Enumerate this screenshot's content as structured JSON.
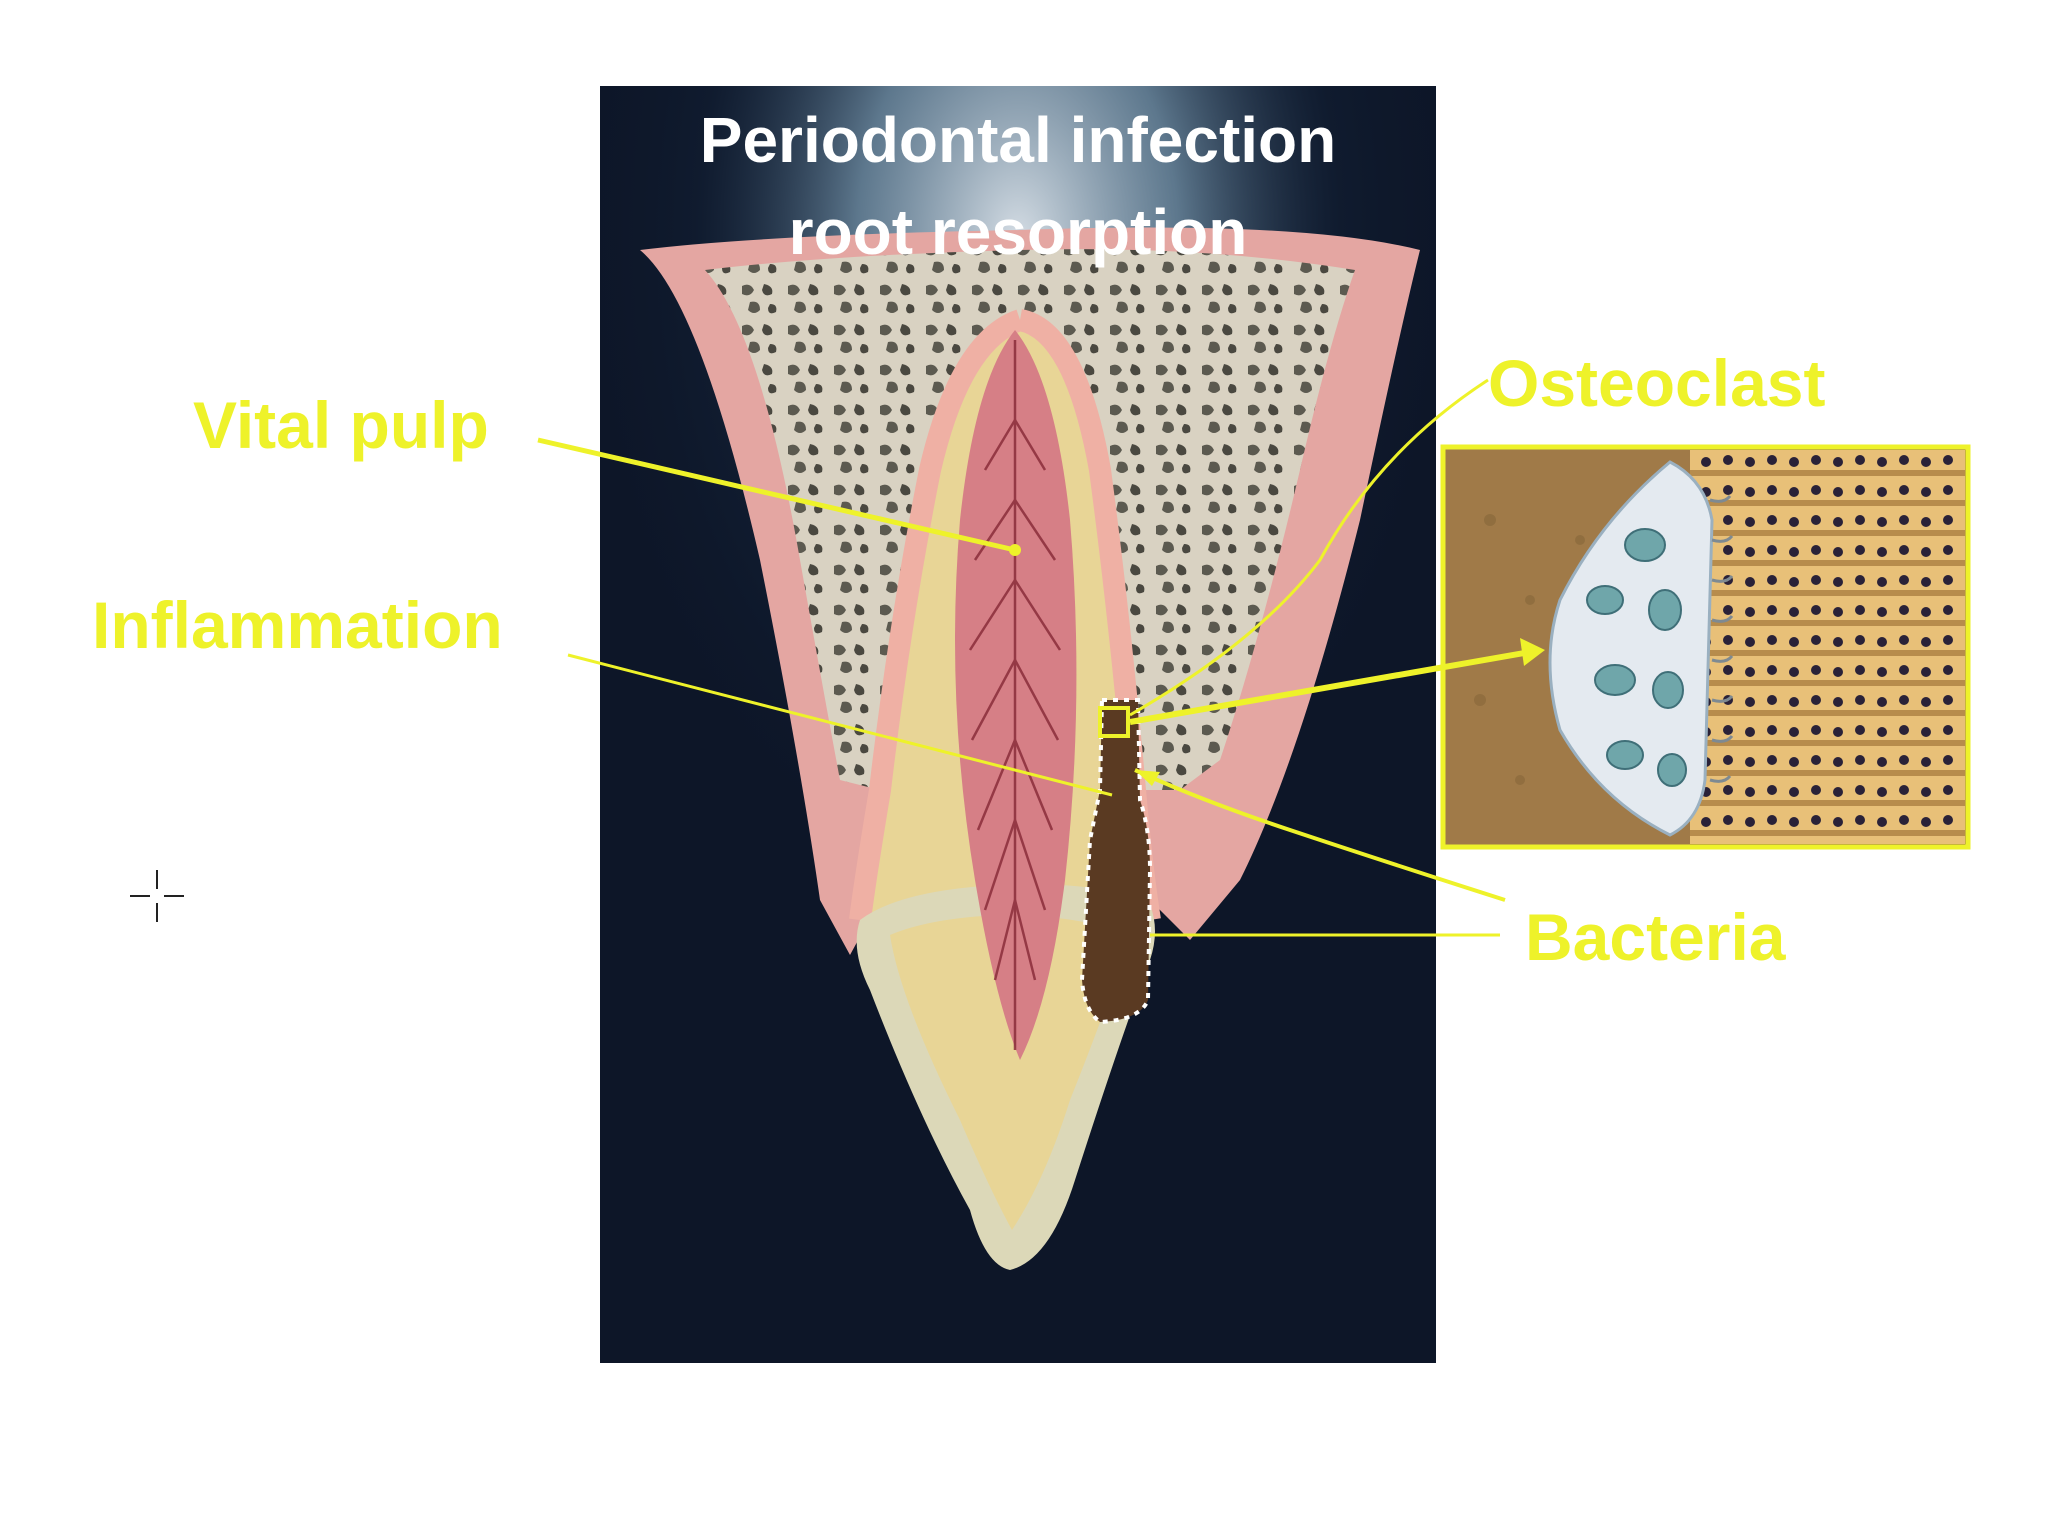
{
  "title": {
    "line1": "Periodontal infection",
    "line2": "root resorption"
  },
  "labels": {
    "vital_pulp": "Vital pulp",
    "inflammation": "Inflammation",
    "osteoclast": "Osteoclast",
    "bacteria": "Bacteria"
  },
  "colors": {
    "background": "#0d1628",
    "label": "#eef22a",
    "gum": "#e4a6a2",
    "bone": "#d9d2c2",
    "dentin": "#e8d596",
    "pulp": "#d67f86",
    "enamel": "#dcd8b8",
    "defect": "#5a3a22",
    "inset_bg": "#a07a48"
  },
  "icons": {
    "cursor": "crosshair-cursor-icon"
  }
}
